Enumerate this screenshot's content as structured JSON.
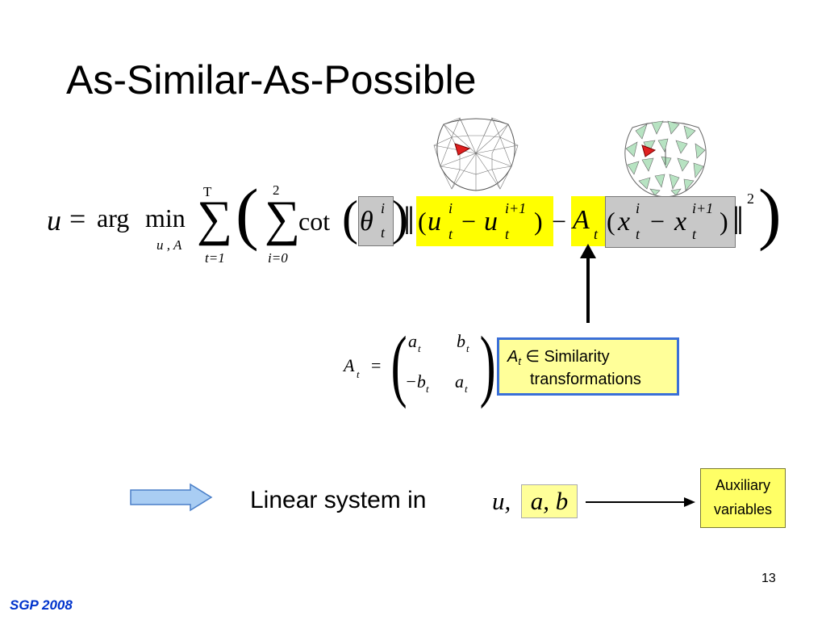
{
  "slide": {
    "title": "As-Similar-As-Possible",
    "page_number": "13",
    "footer": "SGP 2008"
  },
  "equation": {
    "lhs_u": "u",
    "equals": "=",
    "arg": "arg",
    "min": "min",
    "min_sub": "u , A",
    "sum1_upper": "T",
    "sum1_lower": "t=1",
    "sum2_upper": "2",
    "sum2_lower": "i=0",
    "cot": "cot",
    "theta": "θ",
    "theta_sup": "i",
    "theta_sub": "t",
    "open_paren": "(",
    "u1": "u",
    "u1_sup": "i",
    "u1_sub": "t",
    "minus": "−",
    "u2": "u",
    "u2_sup": "i+1",
    "u2_sub": "t",
    "close_paren": ")",
    "A": "A",
    "A_sub": "t",
    "x1": "x",
    "x1_sup": "i",
    "x1_sub": "t",
    "x2": "x",
    "x2_sup": "i+1",
    "x2_sub": "t",
    "power": "2"
  },
  "matrix": {
    "lhs": "A",
    "lhs_sub": "t",
    "equals": "=",
    "a11": "a",
    "a11_sub": "t",
    "a12": "b",
    "a12_sub": "t",
    "a21": "−b",
    "a21_sub": "t",
    "a22": "a",
    "a22_sub": "t"
  },
  "similarity_box": {
    "A": "A",
    "A_sub": "t",
    "elem": "∈",
    "line1": "Similarity",
    "line2": "transformations"
  },
  "linear": {
    "text": "Linear system in",
    "u": "u,",
    "ab": "a, b"
  },
  "aux_box": {
    "line1": "Auxiliary",
    "line2": "variables"
  },
  "colors": {
    "highlight_yellow": "#ffff00",
    "highlight_gray": "#c8c8c8",
    "box_border_blue": "#3a6fd8",
    "footer_blue": "#0033cc",
    "arrow_fill": "#a9cdf3",
    "arrow_stroke": "#4a7fc8",
    "mesh_green": "#b7e3c2"
  }
}
